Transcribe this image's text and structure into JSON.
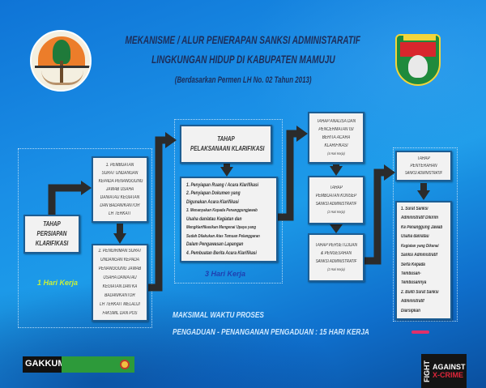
{
  "title": {
    "line1": "MEKANISME / ALUR PENERAPAN SANKSI ADMINISTARATIF",
    "line2": "LINGKUNGAN HIDUP DI KABUPATEN MAMUJU",
    "line3": "(Berdasarkan Permen LH No. 02 Tahun 2013)"
  },
  "stage1": {
    "label": [
      "TAHAP",
      "PERSIAPAN",
      "KLARIFIKASI"
    ],
    "step1": [
      "1. PEMBUATAN",
      "SURAT UNDANGAN",
      "KEPADA PENANGGUNG",
      "JAWAB USAHA",
      "DAN/ATAU KEGIATAN",
      "DAN BADAN/KANTOR",
      "LH TERKAIT"
    ],
    "step2": [
      "2. PENGIRIMAN SURAT",
      "UNDANGAN KEPADA",
      "PENANGGUNG JAWAB",
      "USAHA DAN/ATAU",
      "KEGIATAN DAN KA",
      "BADAN/KANTOR",
      "LH TERKAIT MELALUI",
      "FAKSMIL DAN POS"
    ],
    "duration": "1 Hari Kerja"
  },
  "stage2": {
    "label": [
      "TAHAP",
      "PELAKSANAAN KLARIFIKASI"
    ],
    "items": [
      "1. Penyiapan Ruang / Acara Klarifikasi",
      "2. Penyiapan Dokumen yang",
      "Digunakan Acara Klarifikasi",
      "3. Menanyakan Kepada Penanggungjawab",
      "Usaha dan/atau Kegiatan dan",
      "Mengklarifikasikan Mengenai Upaya yang",
      "Sudah Dilakukan Atas Temuan Pelanggaran",
      "Dalam Pengawasan Lapangan",
      "4. Pembuatan Berita Acara Klarifikasi"
    ],
    "duration": "3 Hari Kerja"
  },
  "stage3": {
    "analysis": [
      "TAHAP ANALISA DAN",
      "PENCERMATAN ISI",
      "BERITA ACARA",
      "KLARIFIKASI",
      "(4 Hari Kerja)"
    ],
    "concept": [
      "TAHAP",
      "PEMBUATAN KONSEP",
      "SANKSI ADMINISTRATIF",
      "(2 Hari Kerja)"
    ],
    "approval": [
      "TAHAP PERSETUJUAN",
      "& PENGESAHAN",
      "SANKSI ADMINISTRATIF",
      "(2 Hari Kerja)"
    ]
  },
  "stage4": {
    "label": [
      "TAHAP",
      "PENYERAHAN",
      "SANKSI ADMINISTRATIF"
    ],
    "items": [
      "1. Surat Sanksi",
      "Administratif Dikirim",
      "Ke Penanggung Jawab",
      "Usaha dan/atau",
      "Kegiatan yang Dikenai",
      "Sanksi Administratif",
      "Serta Kepada",
      "Tembusan-",
      "Tembusannya",
      "2. Bukti Surat Sanksi",
      "Administratif",
      "Diarsipkan"
    ]
  },
  "summary": {
    "line1": "MAKSIMAL WAKTU PROSES",
    "line2": "PENGADUAN - PENANGANAN PENGADUAN : 15 HARI KERJA"
  },
  "logos": {
    "gakkum": "GAKKUM",
    "fight": "FIGHT",
    "against": "AGAINST",
    "xcrime": "X-CRIME"
  },
  "colors": {
    "arrow": "#2b2b2b",
    "box_border": "#1c5d93",
    "duration1": "#c8f03c",
    "duration2": "#1f3fb0",
    "summary": "#cfe9ff"
  }
}
